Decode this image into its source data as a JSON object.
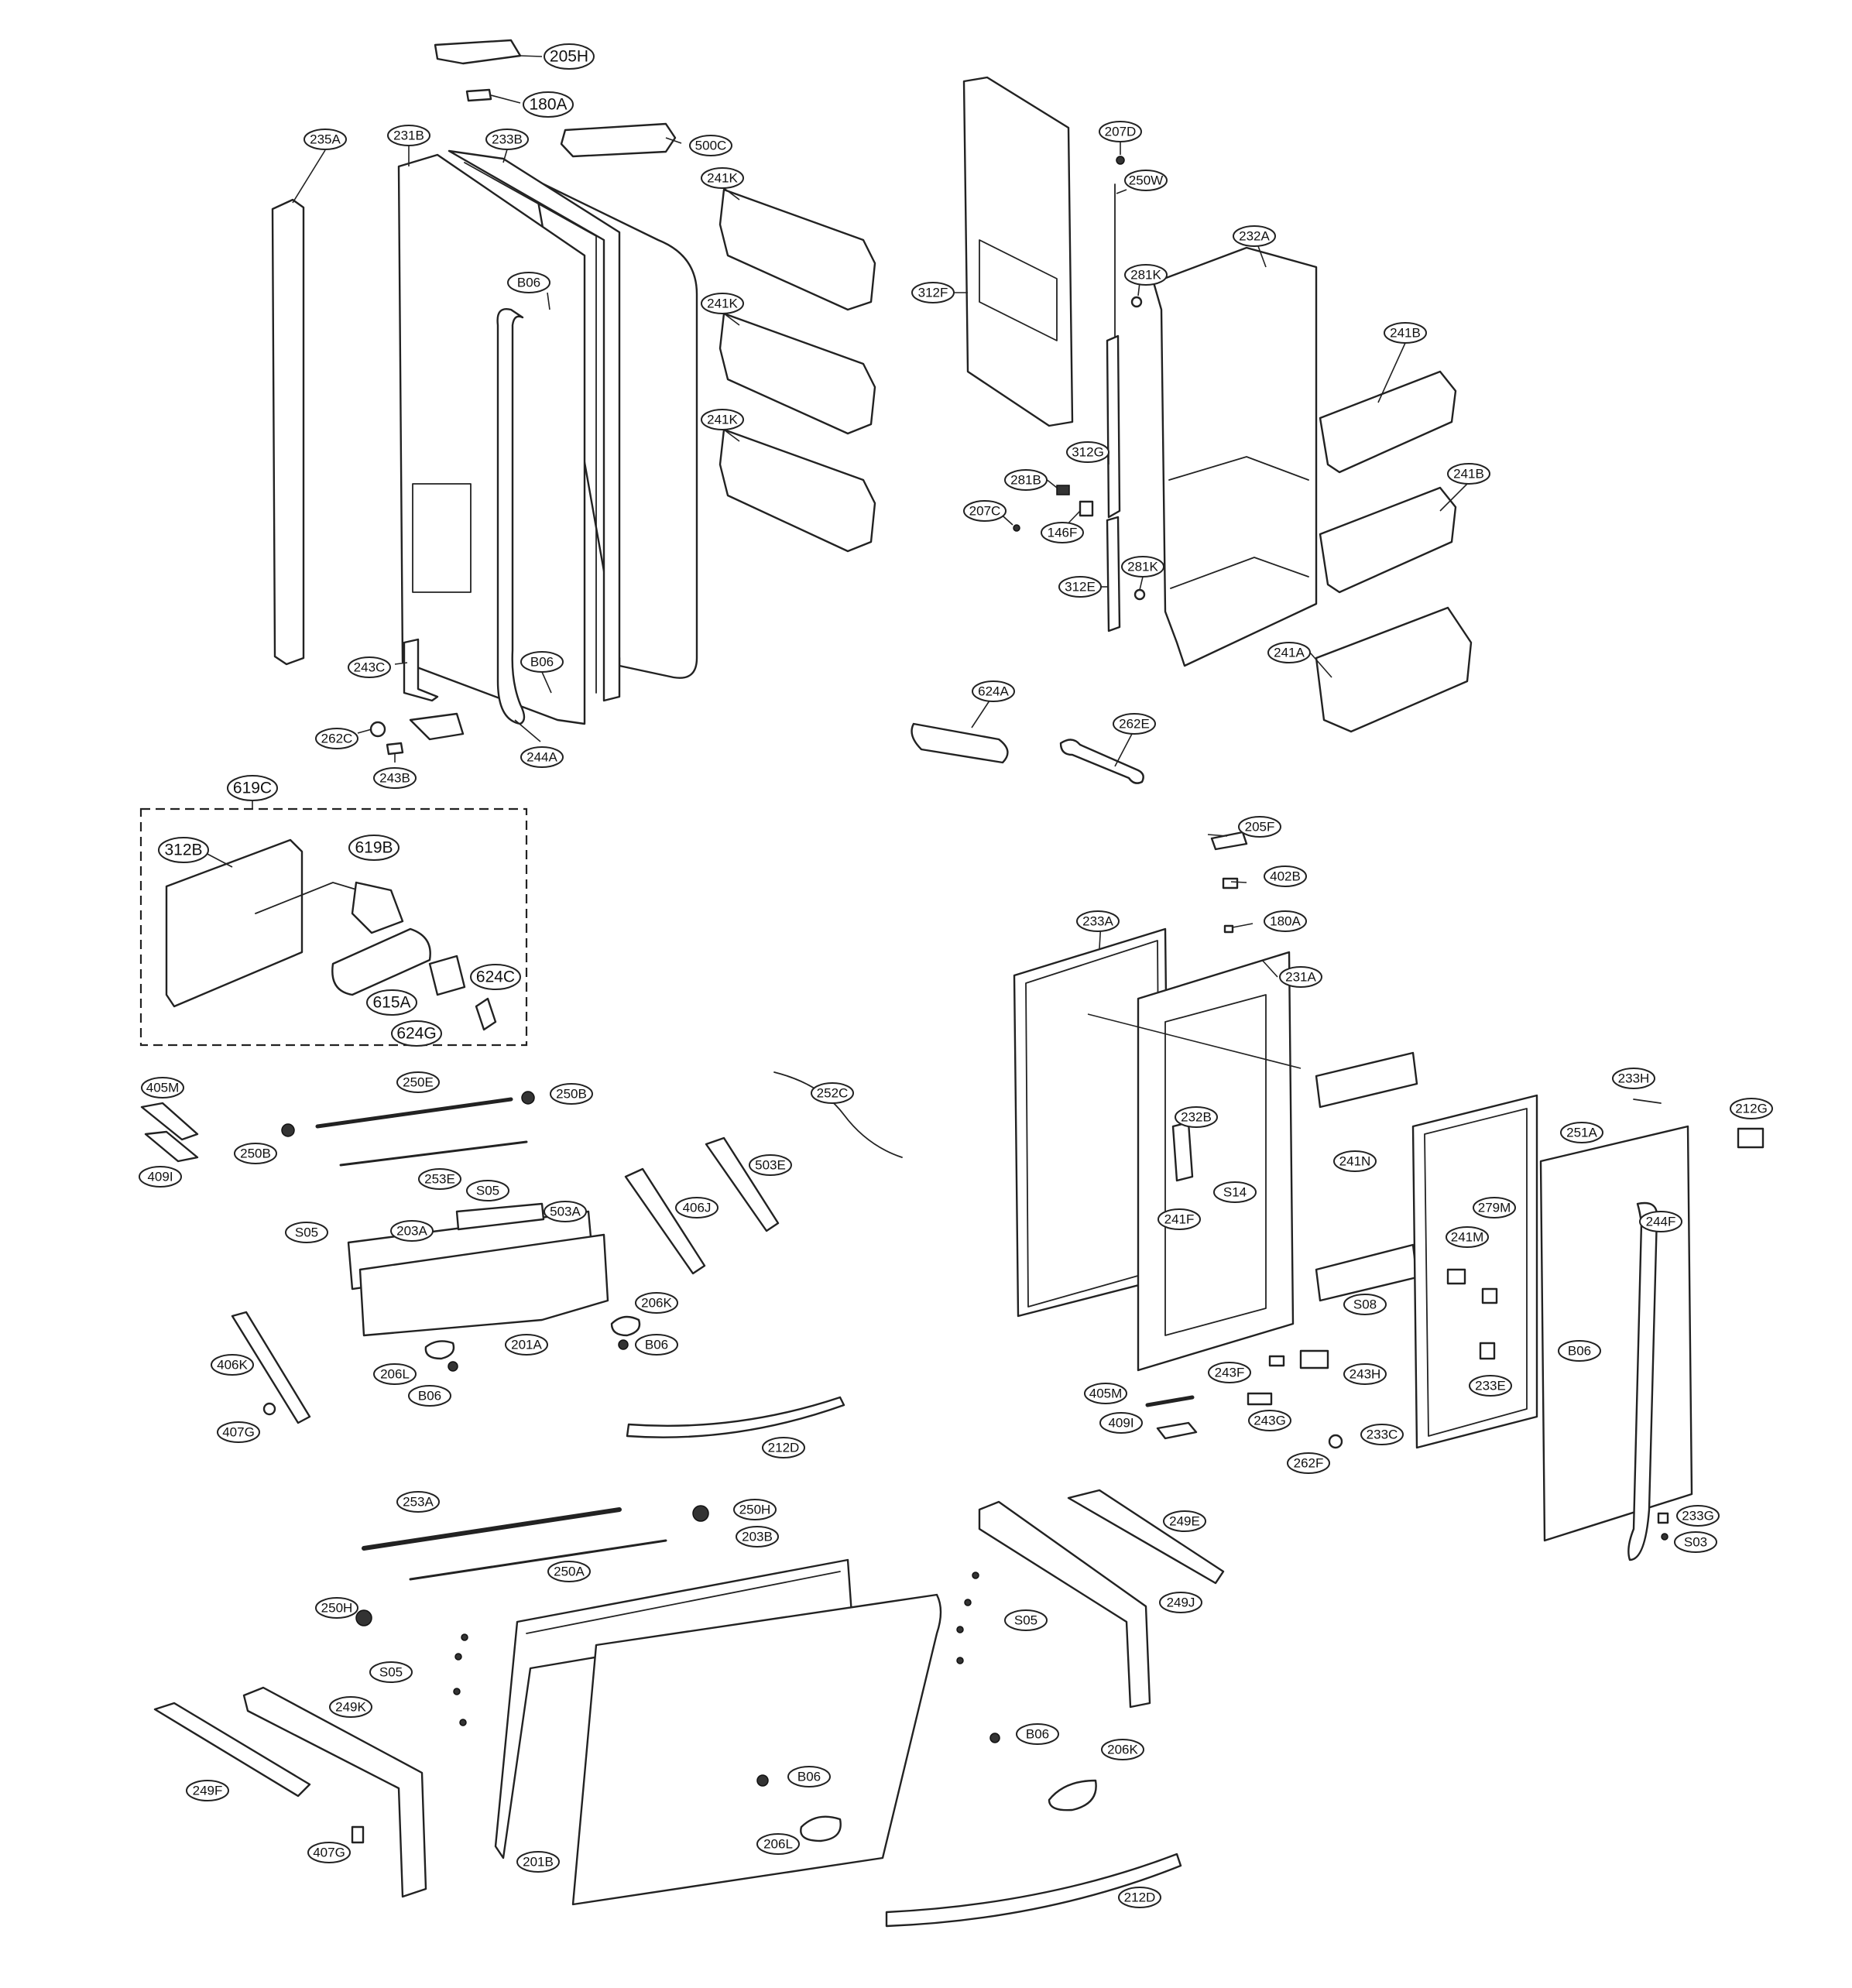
{
  "diagram": {
    "callouts": {
      "c205H": "205H",
      "c180A_top": "180A",
      "c500C": "500C",
      "c235A": "235A",
      "c231B": "231B",
      "c233B": "233B",
      "c241K_1": "241K",
      "c241K_2": "241K",
      "c241K_3": "241K",
      "c B06_1": "B06",
      "cB06_1": "B06",
      "cB06_2": "B06",
      "c243C": "243C",
      "c262C": "262C",
      "c243B": "243B",
      "c244A": "244A",
      "c207D": "207D",
      "c250W": "250W",
      "c312F": "312F",
      "c281K_1": "281K",
      "c232A": "232A",
      "c241B_1": "241B",
      "c312G": "312G",
      "c281B": "281B",
      "c207C": "207C",
      "c146F": "146F",
      "c241B_2": "241B",
      "c281K_2": "281K",
      "c312E": "312E",
      "c241A": "241A",
      "c624A": "624A",
      "c262E": "262E",
      "c619C": "619C",
      "c312B": "312B",
      "c619B": "619B",
      "c624C": "624C",
      "c615A": "615A",
      "c624G": "624G",
      "c205F": "205F",
      "c402B": "402B",
      "c180A_right": "180A",
      "c233A": "233A",
      "c231A": "231A",
      "c405M_left": "405M",
      "c250E": "250E",
      "c250B_1": "250B",
      "c250B_2": "250B",
      "c409I_left": "409I",
      "c253E": "253E",
      "c252C": "252C",
      "c503E": "503E",
      "cS05_1": "S05",
      "c503A": "503A",
      "cS05_2": "S05",
      "c203A": "203A",
      "c406J": "406J",
      "c206K_1": "206K",
      "c201A": "201A",
      "cB06_3": "B06",
      "c406K": "406K",
      "c206L_1": "206L",
      "cB06_4": "B06",
      "c407G_1": "407G",
      "c212D_1": "212D",
      "c232B": "232B",
      "cS14": "S14",
      "c241F": "241F",
      "c233H": "233H",
      "c212G": "212G",
      "c241N": "241N",
      "c251A": "251A",
      "c279M": "279M",
      "c244F": "244F",
      "c241M": "241M",
      "cS08": "S08",
      "cB06_5": "B06",
      "c243F": "243F",
      "c243H": "243H",
      "c233E": "233E",
      "c405M_right": "405M",
      "c409I_right": "409I",
      "c243G": "243G",
      "c233C": "233C",
      "c262F": "262F",
      "c233G": "233G",
      "cS03": "S03",
      "c253A": "253A",
      "c250H_1": "250H",
      "c249E": "249E",
      "c203B": "203B",
      "c250A": "250A",
      "c250H_2": "250H",
      "c249J": "249J",
      "cS05_3": "S05",
      "cS05_4": "S05",
      "c249K": "249K",
      "cB06_6": "B06",
      "c206K_2": "206K",
      "c249F": "249F",
      "cB06_7": "B06",
      "c407G_2": "407G",
      "c201B": "201B",
      "c206L_2": "206L",
      "c212D_2": "212D"
    }
  }
}
